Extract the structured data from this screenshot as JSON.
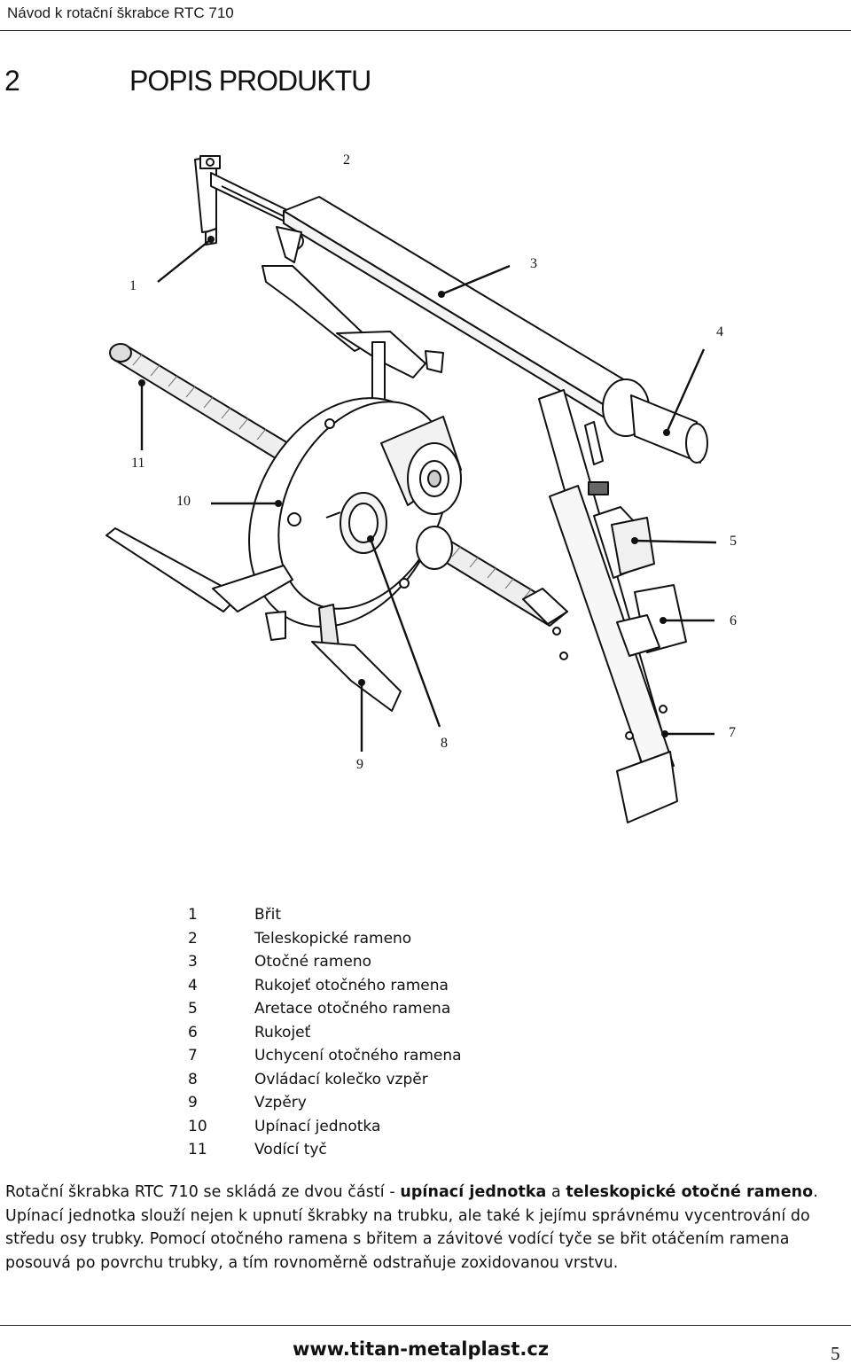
{
  "header": {
    "title": "Návod k rotační škrabce RTC 710"
  },
  "section": {
    "number": "2",
    "title": "POPIS PRODUKTU"
  },
  "figure": {
    "callouts": [
      "1",
      "2",
      "3",
      "4",
      "5",
      "6",
      "7",
      "8",
      "9",
      "10",
      "11"
    ]
  },
  "parts": [
    {
      "num": "1",
      "name": "Břit"
    },
    {
      "num": "2",
      "name": "Teleskopické rameno"
    },
    {
      "num": "3",
      "name": "Otočné rameno"
    },
    {
      "num": "4",
      "name": "Rukojeť otočného ramena"
    },
    {
      "num": "5",
      "name": "Aretace otočného ramena"
    },
    {
      "num": "6",
      "name": "Rukojeť"
    },
    {
      "num": "7",
      "name": "Uchycení otočného ramena"
    },
    {
      "num": "8",
      "name": "Ovládací kolečko vzpěr"
    },
    {
      "num": "9",
      "name": "Vzpěry"
    },
    {
      "num": "10",
      "name": "Upínací jednotka"
    },
    {
      "num": "11",
      "name": "Vodící tyč"
    }
  ],
  "description": {
    "t1": "Rotační škrabka RTC 710 se skládá ze dvou částí - ",
    "b1": "upínací jednotka",
    "t2": " a ",
    "b2": "teleskopické otočné rameno",
    "t3": ". Upínací jednotka slouží nejen k upnutí škrabky na trubku, ale také k jejímu správnému vycentrování do středu osy trubky. Pomocí otočného ramena s břitem a závitové vodící tyče se břit otáčením ramena posouvá po povrchu trubky, a tím rovnoměrně odstraňuje zoxidovanou vrstvu."
  },
  "footer": {
    "url": "www.titan-metalplast.cz",
    "page": "5"
  }
}
